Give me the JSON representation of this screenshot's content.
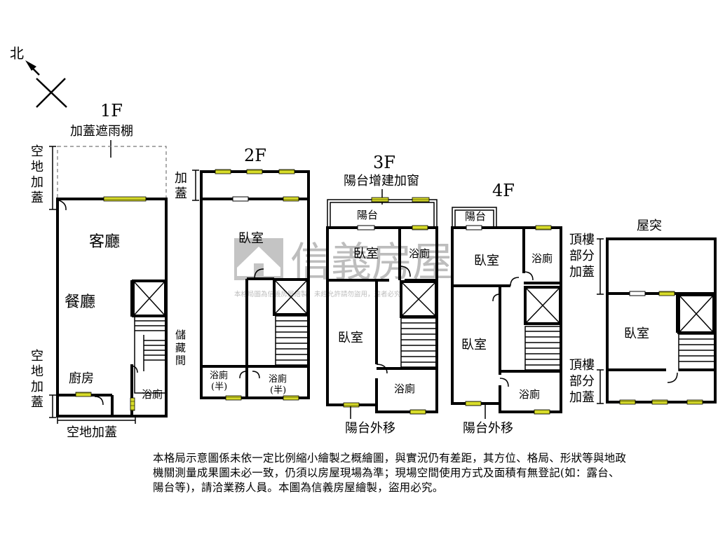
{
  "compass": {
    "north": "北"
  },
  "floors": {
    "f1": {
      "title": "1F",
      "canopy": "加蓋遮雨棚",
      "side_top": "空地加蓋",
      "side_bottom": "空地加蓋",
      "bottom": "空地加蓋",
      "living": "客廳",
      "dining": "餐廳",
      "kitchen": "廚房",
      "bath": "浴廁",
      "storage": "儲藏間"
    },
    "f2": {
      "title": "2F",
      "side": "加蓋",
      "bedroom": "臥室",
      "half_bath_1": "浴廁(半)",
      "half_bath_2": "浴廁(半)"
    },
    "f3": {
      "title": "3F",
      "balcony_note": "陽台增建加窗",
      "balcony": "陽台",
      "bedroom_1": "臥室",
      "bath_1": "浴廁",
      "bedroom_2": "臥室",
      "bath_2": "浴廁",
      "bottom": "陽台外移"
    },
    "f4": {
      "title": "4F",
      "balcony": "陽台",
      "bedroom_1": "臥室",
      "bath_1": "浴廁",
      "bedroom_2": "臥室",
      "bath_2": "浴廁",
      "bottom": "陽台外移"
    },
    "roof": {
      "title": "屋突",
      "side_top": "頂樓部分加蓋",
      "side_bottom": "頂樓部分加蓋",
      "bedroom": "臥室"
    }
  },
  "watermark": {
    "brand": "信義房屋",
    "small": "本格局圖為信義房屋繪製，未經允許請勿盜用，違者必究"
  },
  "disclaimer": "本格局示意圖係未依一定比例縮小繪製之概繪圖，與實況仍有差距，其方位、格局、形狀等與地政機關測量成果圖未必一致，仍須以房屋現場為準；現場空間使用方式及面積有無登記(如：露台、陽台等)，請洽業務人員。本圖為信義房屋繪製，盜用必究。"
}
